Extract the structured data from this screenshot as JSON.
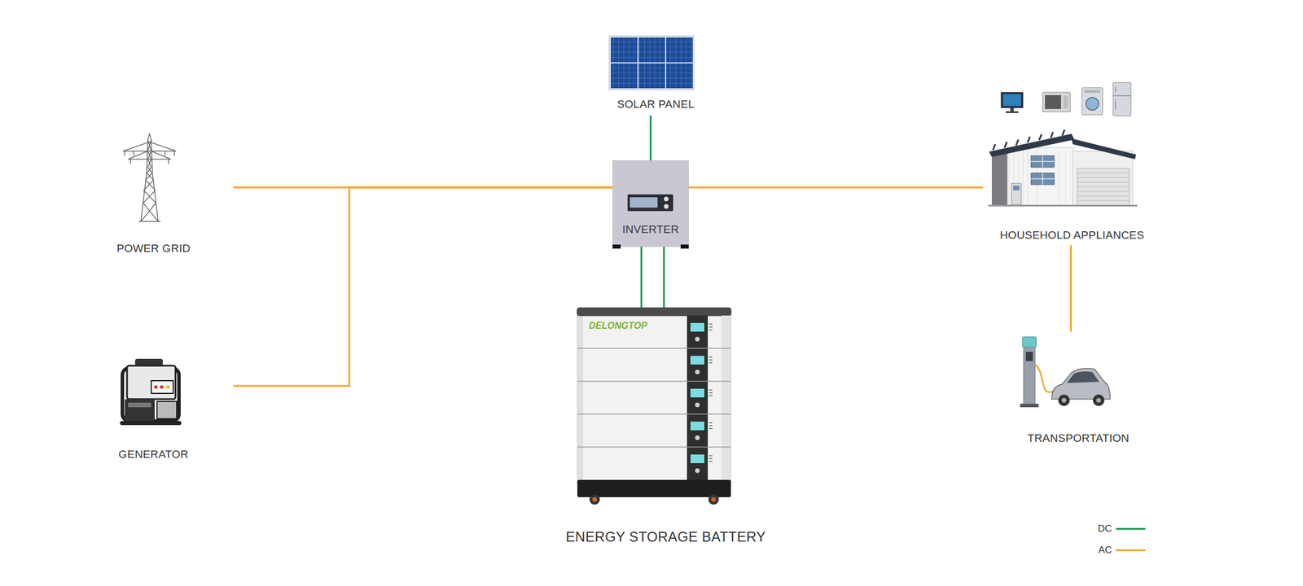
{
  "diagram": {
    "nodes": [
      {
        "text": [
          "SOLAR PANEL"
        ]
      },
      {
        "text": [
          "POWER GRID"
        ]
      },
      {
        "text": [
          "INVERTER"
        ]
      },
      {
        "text": [
          "HOUSEHOLD APPLIANCES"
        ]
      },
      {
        "text": [
          "GENERATOR"
        ]
      },
      {
        "text": [
          "TRANSPORTATION"
        ]
      },
      {
        "text": [
          "ENERGY STORAGE BATTERY"
        ]
      }
    ],
    "edges": [
      {
        "from": 0,
        "to": 2,
        "arrow": "none"
      },
      {
        "from": 1,
        "to": 2,
        "arrow": "none"
      },
      {
        "from": 4,
        "to": 2,
        "arrow": "none"
      },
      {
        "from": 2,
        "to": 3,
        "arrow": "none"
      },
      {
        "from": 2,
        "to": 6,
        "arrow": "none"
      },
      {
        "from": 2,
        "to": 6,
        "arrow": "none"
      },
      {
        "from": 3,
        "to": 5,
        "arrow": "none"
      }
    ],
    "labels": [
      "DELONGTOP"
    ],
    "legend": [
      {
        "text": "DC"
      },
      {
        "text": "AC"
      }
    ]
  }
}
